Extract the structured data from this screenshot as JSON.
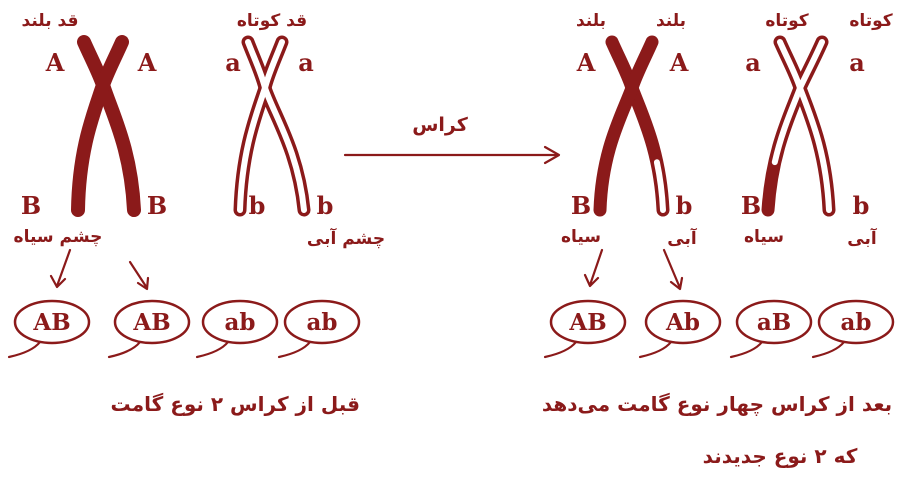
{
  "colors": {
    "ink": "#8b1a1a",
    "paper": "#ffffff"
  },
  "before": {
    "pair_tall": {
      "label": "قد بلند",
      "allele_top_left": "A",
      "allele_top_right": "A",
      "allele_bottom_left": "B",
      "allele_bottom_right": "B",
      "eye_label": "چشم سیاه"
    },
    "pair_short": {
      "label": "قد کوتاه",
      "allele_top_left": "a",
      "allele_top_right": "a",
      "allele_bottom_left": "b",
      "allele_bottom_right": "b",
      "eye_label": "چشم آبی"
    },
    "gametes": [
      "AB",
      "AB",
      "ab",
      "ab"
    ],
    "caption": "قبل از کراس ۲ نوع گامت"
  },
  "cross_label": "کراس",
  "after": {
    "pair_1": {
      "label_left": "بلند",
      "label_right": "بلند",
      "allele_top_left": "A",
      "allele_top_right": "A",
      "allele_bottom_left": "B",
      "allele_bottom_right": "b",
      "eye_left": "سیاه",
      "eye_right": "آبی"
    },
    "pair_2": {
      "label_left": "کوتاه",
      "label_right": "کوتاه",
      "allele_top_left": "a",
      "allele_top_right": "a",
      "allele_bottom_left": "B",
      "allele_bottom_right": "b",
      "eye_left": "سیاه",
      "eye_right": "آبی"
    },
    "gametes": [
      "AB",
      "Ab",
      "aB",
      "ab"
    ],
    "caption_line1": "بعد از کراس چهار نوع گامت می‌دهد",
    "caption_line2": "که ۲ نوع جدیدند"
  }
}
